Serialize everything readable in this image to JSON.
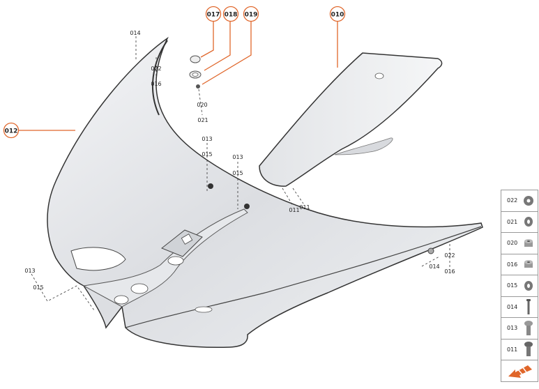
{
  "accent_color": "#e0662a",
  "callouts": [
    {
      "label": "017"
    },
    {
      "label": "018"
    },
    {
      "label": "019"
    },
    {
      "label": "010"
    },
    {
      "label": "012"
    }
  ],
  "part_labels": [
    "014",
    "022",
    "016",
    "020",
    "021",
    "013",
    "015",
    "013",
    "015",
    "011",
    "011",
    "022",
    "014",
    "016",
    "013",
    "015"
  ],
  "legend": {
    "items": [
      {
        "code": "022",
        "icon": "washer-icon"
      },
      {
        "code": "021",
        "icon": "washer-icon"
      },
      {
        "code": "020",
        "icon": "flange-nut-icon"
      },
      {
        "code": "016",
        "icon": "flange-nut-icon"
      },
      {
        "code": "015",
        "icon": "washer-icon"
      },
      {
        "code": "014",
        "icon": "long-screw-icon"
      },
      {
        "code": "013",
        "icon": "screw-icon"
      },
      {
        "code": "011",
        "icon": "screw-icon"
      }
    ],
    "nav_icon": "orange-arrow-icon"
  }
}
